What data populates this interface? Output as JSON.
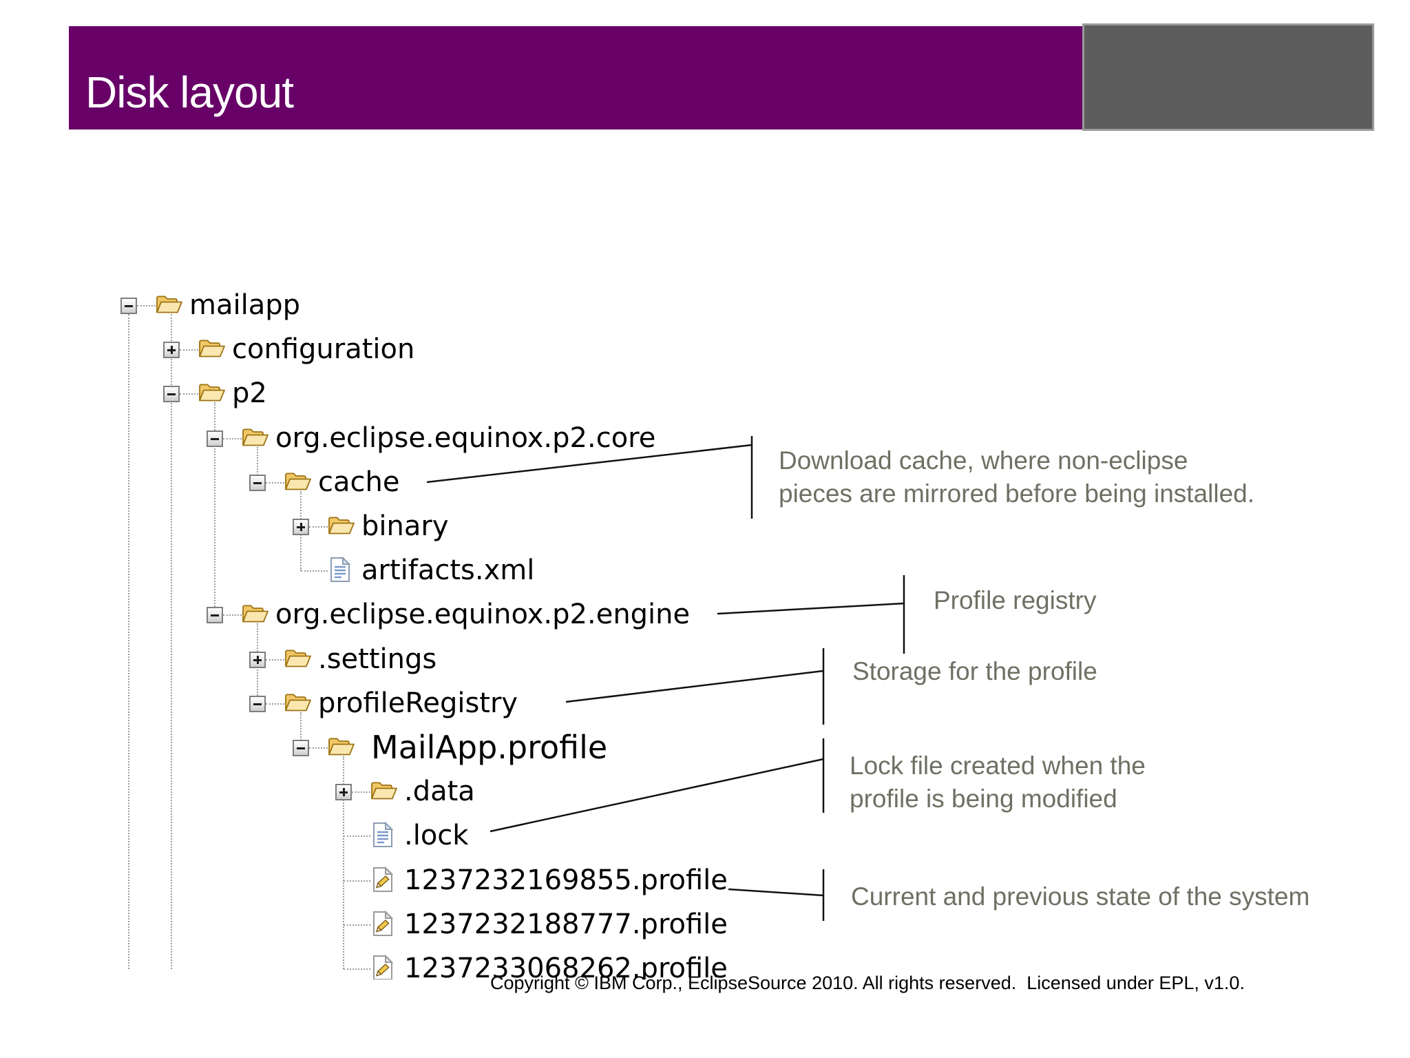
{
  "slide": {
    "title": "Disk layout",
    "footer": "Copyright © IBM Corp., EclipseSource 2010. All rights reserved.  Licensed under EPL, v1.0."
  },
  "colors": {
    "header_purple": "#670067",
    "header_gray": "#5d5d5d",
    "annotation_text": "#6f6f63",
    "tree_text": "#000000",
    "folder_gold": "#f0c868",
    "connector_line": "#111111"
  },
  "tree": {
    "rows": [
      {
        "label": "mailapp",
        "level": 0,
        "expander": "collapse",
        "icon": "folder-open-icon"
      },
      {
        "label": "configuration",
        "level": 1,
        "expander": "expand",
        "icon": "folder-open-icon"
      },
      {
        "label": "p2",
        "level": 1,
        "expander": "collapse",
        "icon": "folder-open-icon"
      },
      {
        "label": "org.eclipse.equinox.p2.core",
        "level": 2,
        "expander": "collapse",
        "icon": "folder-open-icon"
      },
      {
        "label": "cache",
        "level": 3,
        "expander": "collapse",
        "icon": "folder-open-icon"
      },
      {
        "label": "binary",
        "level": 4,
        "expander": "expand",
        "icon": "folder-open-icon"
      },
      {
        "label": "artifacts.xml",
        "level": 4,
        "expander": null,
        "icon": "document-icon"
      },
      {
        "label": "org.eclipse.equinox.p2.engine",
        "level": 2,
        "expander": "collapse",
        "icon": "folder-open-icon"
      },
      {
        "label": ".settings",
        "level": 3,
        "expander": "expand",
        "icon": "folder-open-icon"
      },
      {
        "label": "profileRegistry",
        "level": 3,
        "expander": "collapse",
        "icon": "folder-open-icon"
      },
      {
        "label": "MailApp.profile",
        "level": 4,
        "expander": "collapse",
        "icon": "folder-open-icon",
        "emphasis": true
      },
      {
        "label": ".data",
        "level": 5,
        "expander": "expand",
        "icon": "folder-open-icon"
      },
      {
        "label": ".lock",
        "level": 5,
        "expander": null,
        "icon": "document-icon"
      },
      {
        "label": "1237232169855.profile",
        "level": 5,
        "expander": null,
        "icon": "profile-file-icon"
      },
      {
        "label": "1237232188777.profile",
        "level": 5,
        "expander": null,
        "icon": "profile-file-icon"
      },
      {
        "label": "1237233068262.profile",
        "level": 5,
        "expander": null,
        "icon": "profile-file-icon"
      }
    ]
  },
  "annotations": [
    {
      "target": "cache",
      "lines": [
        "Download cache, where non-eclipse",
        "pieces are mirrored before being installed."
      ]
    },
    {
      "target": "org.eclipse.equinox.p2.engine",
      "lines": [
        "Profile registry"
      ]
    },
    {
      "target": "profileRegistry",
      "lines": [
        "Storage for the profile"
      ]
    },
    {
      "target": ".lock",
      "lines": [
        "Lock file created when the",
        "profile is being modified"
      ]
    },
    {
      "target": "1237232169855.profile",
      "lines": [
        "Current and previous state of the system"
      ]
    }
  ]
}
